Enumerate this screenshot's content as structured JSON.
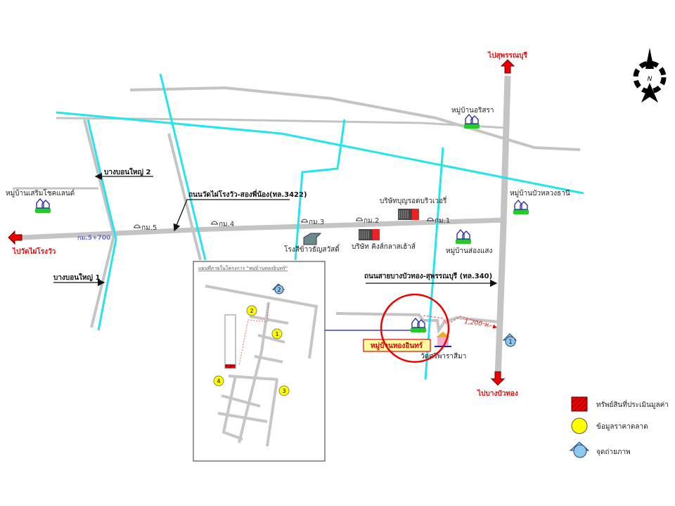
{
  "colors": {
    "road": "#c0c0c0",
    "canal": "#22e5ee",
    "accent_red": "#e00000",
    "marker_yellow": "#ffff00",
    "photo_blue": "#8cc8f0"
  },
  "map": {
    "directions": {
      "to_suphanburi": "ไปสุพรรณบุรี",
      "to_bang_bua_thong": "ไปบางบัวทอง",
      "to_wat_phai_rong_wua": "ไปวัดไผ่โรงวัว"
    },
    "roads": {
      "road_3422": "ถนนวัดไผ่โรงวัว-สองพี่น้อง(ทล.3422)",
      "road_340": "ถนนสายบางบัวทอง-สุพรรณบุรี (ทล.340)",
      "bang_bon_yai_2": "บางบอนใหญ่ 2",
      "bang_bon_yai_1": "บางบอนใหญ่ 1"
    },
    "km_markers": [
      "กม.5",
      "กม.4",
      "กม.3",
      "กม.2",
      "กม.1"
    ],
    "km_junction": "กม.5+700",
    "places": {
      "villa_serm_chok": "หมู่บ้านเสริมโชคแลนด์",
      "villa_orisara": "หมู่บ้านอริสรา",
      "villa_bua_luang": "หมู่บ้านบัวหลวงธานี",
      "villa_song_saeng": "หมู่บ้านส่องแสง",
      "boonrod_brewery": "บริษัทบุญรอดบริวเวอรี่",
      "kings_glass": "บริษัท คิงส์กลาสเฮ้าส์",
      "rice_mill": "โรงสีข้าวธัญสวัสดิ์",
      "wat_sri_phara": "วัดศรีพาราสีมา",
      "subject_village": "หมู่บ้านทองอินทร์"
    },
    "distance": "1,200 ม.",
    "photo_point_main": "1",
    "compass_label": "N"
  },
  "inset": {
    "title": "แผนที่ภายในโครงการ \"หมู่บ้านทองอินทร์\"",
    "markers": [
      "1",
      "2",
      "3",
      "4"
    ],
    "photo_point": "2"
  },
  "legend": [
    {
      "label": "ทรัพย์สินที่ประเมินมูลค่า"
    },
    {
      "label": "ข้อมูลราคาตลาด"
    },
    {
      "label": "จุดถ่ายภาพ"
    }
  ]
}
